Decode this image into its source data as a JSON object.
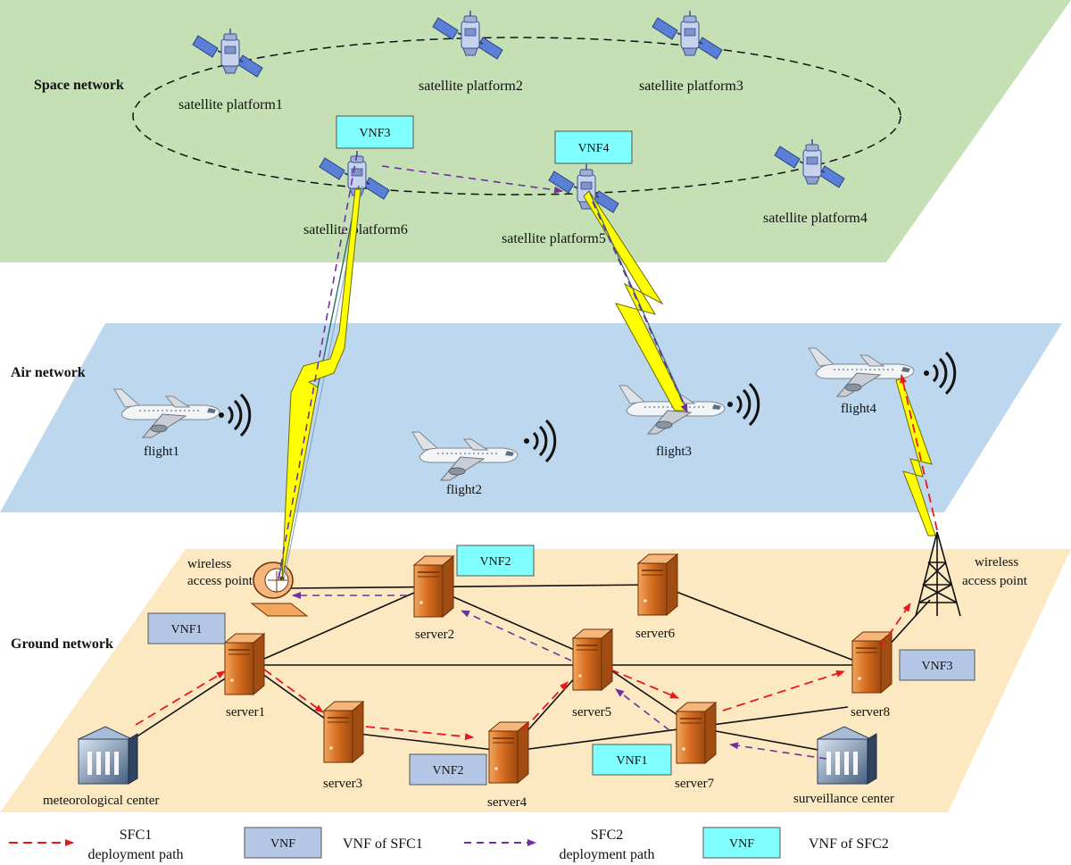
{
  "layers": {
    "space": "Space network",
    "air": "Air network",
    "ground": "Ground network"
  },
  "satellites": {
    "s1": "satellite platform1",
    "s2": "satellite platform2",
    "s3": "satellite platform3",
    "s4": "satellite platform4",
    "s5": "satellite platform5",
    "s6": "satellite platform6"
  },
  "flights": {
    "f1": "flight1",
    "f2": "flight2",
    "f3": "flight3",
    "f4": "flight4"
  },
  "servers": {
    "sv1": "server1",
    "sv2": "server2",
    "sv3": "server3",
    "sv4": "server4",
    "sv5": "server5",
    "sv6": "server6",
    "sv7": "server7",
    "sv8": "server8"
  },
  "centers": {
    "meteorological": "meteorological center",
    "surveillance": "surveillance center"
  },
  "access_point": {
    "line1": "wireless",
    "line2": "access point"
  },
  "vnf_boxes": {
    "vnf3_space": "VNF3",
    "vnf4_space": "VNF4",
    "vnf2_server2": "VNF2",
    "vnf1_server1": "VNF1",
    "vnf3_server8": "VNF3",
    "vnf2_server4": "VNF2",
    "vnf1_server7": "VNF1"
  },
  "legend": {
    "sfc1_line1": "SFC1",
    "sfc1_line2": "deployment path",
    "vnf_sfc1_box": "VNF",
    "vnf_sfc1_text": "VNF of SFC1",
    "sfc2_line1": "SFC2",
    "sfc2_line2": "deployment path",
    "vnf_sfc2_box": "VNF",
    "vnf_sfc2_text": "VNF of SFC2"
  },
  "colors": {
    "space_plane": "#c5e0b4",
    "air_plane": "#bdd7ee",
    "ground_plane": "#fde9c1",
    "sfc1_path": "#e8191e",
    "sfc2_path": "#7030a0",
    "vnf_sfc1": "#b4c7e7",
    "vnf_sfc2": "#7fffff",
    "server": "#d46a1e",
    "lightning": "#ffff00"
  }
}
